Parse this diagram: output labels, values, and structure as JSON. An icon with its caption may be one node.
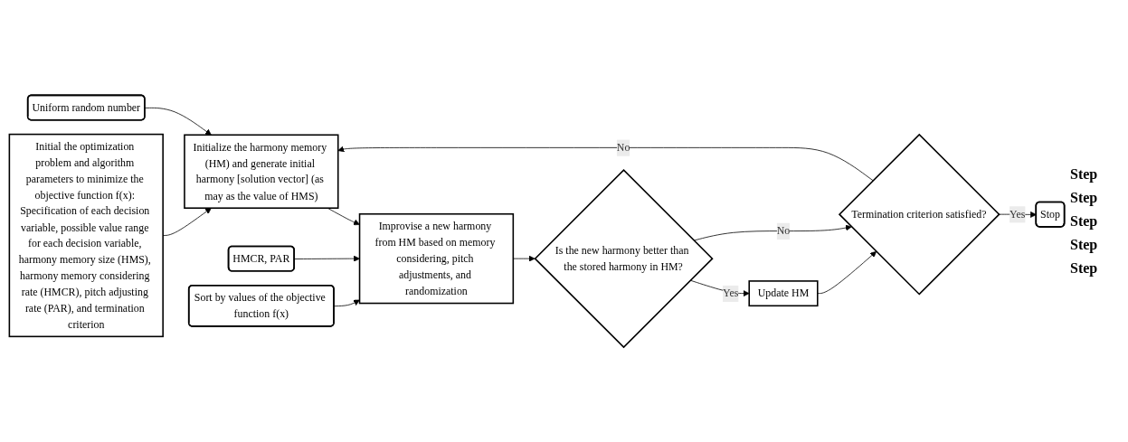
{
  "diagram": {
    "nodes": [
      {
        "text": [
          "Initial the optimization problem and algorithm parameters to minimize the objective function f(x): Specification of each decision variable, possible value range for each decision variable, harmony memory size (HMS), harmony memory considering rate (HMCR), pitch adjusting rate (PAR), and termination criterion"
        ]
      },
      {
        "text": [
          "Uniform random number"
        ]
      },
      {
        "text": [
          "Initialize the harmony memory (HM) and generate initial harmony [solution vector] (as may as the value of HMS)"
        ]
      },
      {
        "text": [
          "HMCR, PAR"
        ]
      },
      {
        "text": [
          "Sort by values of the objective function f(x)"
        ]
      },
      {
        "text": [
          "Improvise a new harmony from HM based on memory considering, pitch adjustments, and randomization"
        ]
      },
      {
        "text": [
          "Is the new harmony better than the stored harmony in HM?"
        ]
      },
      {
        "text": [
          "Update HM"
        ]
      },
      {
        "text": [
          "Termination criterion satisfied?"
        ]
      },
      {
        "text": [
          "Stop"
        ]
      }
    ],
    "edges": [
      {
        "from": 0,
        "to": 2,
        "arrow": "to"
      },
      {
        "from": 1,
        "to": 2,
        "arrow": "to"
      },
      {
        "from": 8,
        "to": 2,
        "arrow": "to",
        "label": "No"
      },
      {
        "from": 2,
        "to": 5,
        "arrow": "to"
      },
      {
        "from": 3,
        "to": 5,
        "arrow": "to"
      },
      {
        "from": 4,
        "to": 5,
        "arrow": "to"
      },
      {
        "from": 5,
        "to": 6,
        "arrow": "to"
      },
      {
        "from": 6,
        "to": 7,
        "arrow": "to",
        "label": "Yes"
      },
      {
        "from": 6,
        "to": 8,
        "arrow": "to",
        "label": "No"
      },
      {
        "from": 7,
        "to": 8,
        "arrow": "to"
      },
      {
        "from": 8,
        "to": 9,
        "arrow": "to",
        "label": "Yes"
      }
    ],
    "labels": [
      "Step",
      "Step",
      "Step",
      "Step",
      "Step"
    ]
  }
}
